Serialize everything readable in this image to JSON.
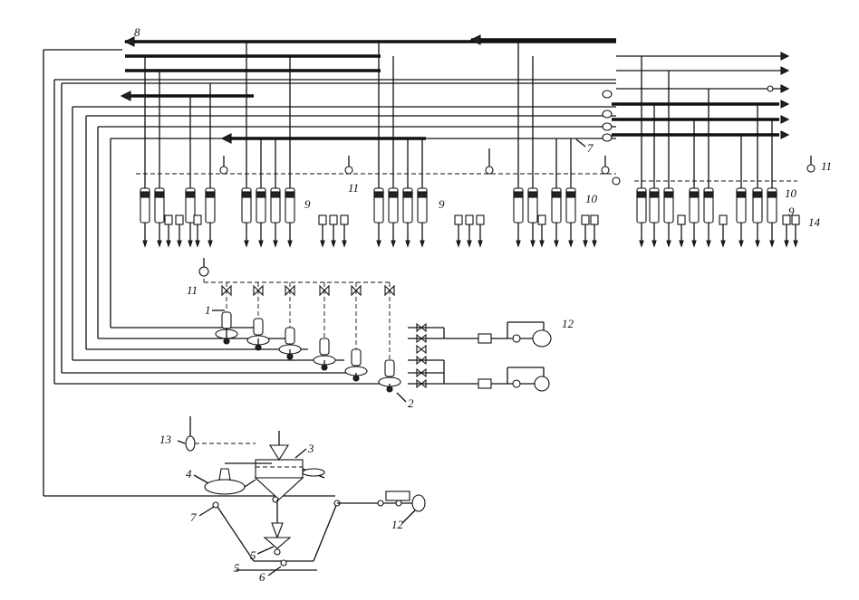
{
  "labels": {
    "l1": "1",
    "l2": "2",
    "l3": "3",
    "l4": "4",
    "l5a": "5",
    "l5b": "5",
    "l6": "6",
    "l7a": "7",
    "l7b": "7",
    "l8": "8",
    "l9a": "9",
    "l9b": "9",
    "l9c": "9",
    "l10a": "10",
    "l10b": "10",
    "l11a": "11",
    "l11b": "11",
    "l11c": "11",
    "l12a": "12",
    "l12b": "12",
    "l13": "13",
    "l14": "14"
  }
}
